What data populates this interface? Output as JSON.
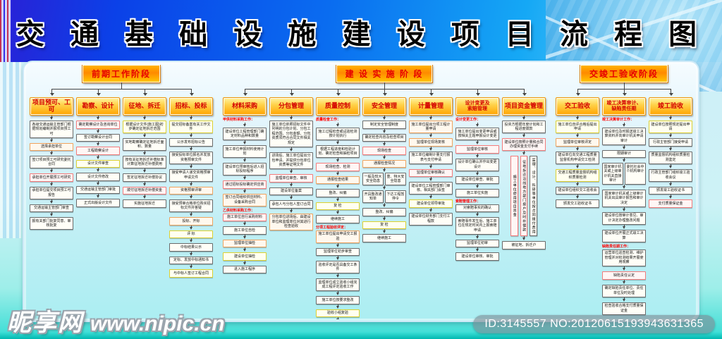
{
  "title": "交 通 基 础 设 施 建 设 项 目 流 程 图",
  "colors": {
    "banner_blue": "#0a6cf0",
    "phase_orange": "#ff9800",
    "header_gold": "#ffcf33",
    "red_text": "#d40000",
    "line": "#444444",
    "pink_border": "#f37b7b",
    "yellow_border": "#ddd030",
    "orange_border": "#f0a35e",
    "panel_blue": "#cdeff5"
  },
  "watermark": {
    "site": "昵享网",
    "url": "www.nipic.cn",
    "id_text": "ID:3145557 NO:20120615193943631365"
  },
  "phases": [
    {
      "label": "前期工作阶段",
      "columns": [
        {
          "header": "项目预可、工可",
          "steps": [
            {
              "t": "各级交通运输主管部门根据规划编制并报项目预工可"
            },
            {
              "t": "选择承担单位",
              "s": "o"
            },
            {
              "t": "签订项目预工可研究委托合同"
            },
            {
              "t": "承担单位开展预工可研究",
              "s": "p"
            },
            {
              "t": "承担单位提交项目预工可报告"
            },
            {
              "t": "交通运输主管部门审查"
            },
            {
              "t": "报有关部门批复同意、审核批复"
            }
          ]
        },
        {
          "header": "勘察、设计",
          "steps": [
            {
              "t": "确定勘察设计及咨询单位",
              "s": "p"
            },
            {
              "t": "签订勘察设计合同"
            },
            {
              "t": "工程勘察设计",
              "s": "p"
            },
            {
              "t": "设计文件审查",
              "s": "y"
            },
            {
              "t": "设计文件修改"
            },
            {
              "t": "交通运输主管部门审批"
            },
            {
              "t": "正式出版设计文件"
            }
          ]
        },
        {
          "header": "征地、拆迁",
          "steps": [
            {
              "t": "根据设计文件(施工图)初步确定征地拆迁范围",
              "s": "y"
            },
            {
              "t": "实地勘察确定征地拆迁面积、数量"
            },
            {
              "t": "按有关征地拆迁补偿标准计算征地拆迁补偿费用"
            },
            {
              "t": "签定征地拆迁补偿协议"
            },
            {
              "t": "拨付征地拆迁补偿资金",
              "s": "p"
            },
            {
              "t": "实施征地拆迁"
            }
          ]
        },
        {
          "header": "招标、投标",
          "steps": [
            {
              "t": "提交招标备案有关工作文件",
              "s": "y"
            },
            {
              "t": "公示发布招标公告"
            },
            {
              "t": "接受投标单位报名并发放资格预审文件"
            },
            {
              "t": "接受申请人递交资格预审申请文件"
            },
            {
              "t": "资格预审评审",
              "s": "o"
            },
            {
              "t": "接受预审合格单位购买招标文件并答疑"
            },
            {
              "t": "投标、开标",
              "s": "o"
            },
            {
              "t": "评  标",
              "s": "y"
            },
            {
              "t": "中标结果公示"
            },
            {
              "t": "定标、发放中标通知书"
            },
            {
              "t": "与中标人签订工程合同",
              "s": "y"
            }
          ]
        }
      ]
    },
    {
      "label": "建 设 实 施 阶 段",
      "columns": [
        {
          "header": "材料采购",
          "steps": [
            {
              "lbl": "甲供材料采购工作："
            },
            {
              "t": "建设单位工程管理部门确定材料品种和数量"
            },
            {
              "t": "施工单位申报材料使用计划"
            },
            {
              "t": "建设单位预审核后进入招标投标程序"
            },
            {
              "t": "通过招标投标确定供应商",
              "s": "p"
            },
            {
              "t": "签订合同组织供应材料、设备采购合同",
              "s": "o"
            },
            {
              "lbl": "乙供材料采购工作："
            },
            {
              "t": "施工单位自行采购材料",
              "s": "p"
            },
            {
              "t": "施工单位自检"
            },
            {
              "t": "监理单位抽检",
              "s": "o"
            },
            {
              "t": "建设单位抽检",
              "s": "y"
            },
            {
              "t": "进入施工程序"
            }
          ]
        },
        {
          "header": "分包管理",
          "steps": [
            {
              "t": "施工单位依照招标文件中列明的分包计划、分包工程范围、分包金额、分包资质须符合合同文件相关规定"
            },
            {
              "t": "进场后、施工单位提出分包申请、并提供分包单位资质等证明文件"
            },
            {
              "t": "监理单位审查、审核",
              "s": "p"
            },
            {
              "t": "建设单位备案"
            },
            {
              "t": "承包人与分包人签订合同"
            },
            {
              "t": "分包单位进场后、由建设单位和监理单位对其进行检查验收",
              "s": "o"
            }
          ]
        },
        {
          "header": "质量控制",
          "steps": [
            {
              "lbl": "质量检查工作："
            },
            {
              "t": "施工过程检查或试验检测按计划执行"
            },
            {
              "t": "根据工程进度和检验计划、确定检查和抽检项目"
            },
            {
              "t": "现场检查、检测",
              "s": "p"
            },
            {
              "t": "通报检查结果",
              "s": "o"
            },
            {
              "t": "整改、纠偏"
            },
            {
              "t": "复  检",
              "s": "y"
            },
            {
              "t": "继续施工"
            },
            {
              "lbl": "分项工程验收评定："
            },
            {
              "t": "施工单位提出申请交工报验",
              "s": "o"
            },
            {
              "t": "监理单位初步审查"
            },
            {
              "t": "验收评定是否具备交工条件"
            },
            {
              "t": "监理单位成立验收小组完成工程评定验收工作"
            },
            {
              "t": "施工单位按要求整改"
            },
            {
              "t": "验收小组复验",
              "s": "y"
            },
            {
              "t": "监理单位签发中间交工证书"
            }
          ]
        },
        {
          "header": "安全管理",
          "steps": [
            {
              "t": "制定安全管理制度"
            },
            {
              "t": "确定检查内容及检查项目"
            },
            {
              "t": "现场检查",
              "s": "p"
            },
            {
              "t": "通报检查情况",
              "s": "o"
            },
            {
              "br": [
                {
                  "t": "一般及较大安全隐患"
                },
                {
                  "t": "重、特大安全隐患"
                }
              ]
            },
            {
              "br": [
                {
                  "t": "开具整改通知单"
                },
                {
                  "t": "下达工程暂停令"
                }
              ]
            },
            {
              "t": "整改、纠偏"
            },
            {
              "t": "复  检",
              "s": "y"
            },
            {
              "t": "继续施工"
            }
          ]
        },
        {
          "header": "计量管理",
          "steps": [
            {
              "t": "施工单位提出分项工程计量申请",
              "s": "o"
            },
            {
              "t": "监理单位现场复核",
              "s": "o"
            },
            {
              "t": "施工单位编制计量支付报表与支付申请"
            },
            {
              "t": "监理单位审核确认",
              "s": "p"
            },
            {
              "t": "建设单位工程管理部门审核、相关部门会签"
            },
            {
              "t": "建设单位领导审批",
              "s": "y"
            },
            {
              "t": "建设单位财务部门支付工程款"
            }
          ]
        },
        {
          "header": "设计变更及",
          "header2": "索赔管理",
          "steps": [
            {
              "lbl": "设计变更工作："
            },
            {
              "t": "施工单位提出变更申请或按相关主题申报设计变更"
            },
            {
              "t": "监理单位审核",
              "s": "p"
            },
            {
              "t": "设计单位确认并作出变更设计"
            },
            {
              "t": "建设单位审查、审批"
            },
            {
              "t": "施工单位实施"
            },
            {
              "lbl": "索赔管理工作："
            },
            {
              "t": "对索赔事实的确认"
            },
            {
              "t": "索赔事件发生后、施工单位在规定时间内上报索赔申请"
            },
            {
              "t": "监理单位初审"
            },
            {
              "t": "建设单位审核、审批"
            }
          ]
        },
        {
          "header": "项目资金管理",
          "steps": [
            {
              "t": "投资方根据年度计划和工程进度拨款"
            },
            {
              "t": "建设单位按照计量和合同办理资金支付手续",
              "s": "p"
            },
            {
              "vbr": [
                {
                  "t": "施工单位使用项目资金",
                  "s": "p"
                },
                {
                  "t": "征地拆迁沿线地方部门按户及时补偿款",
                  "s": "p"
                },
                {
                  "t": "监理、设计、科研等单位按合同拨付费用"
                }
              ]
            },
            {
              "t": "被征地、拆迁户"
            }
          ]
        }
      ]
    },
    {
      "label": "交竣工验收阶段",
      "columns": [
        {
          "header": "交工验收",
          "steps": [
            {
              "t": "施工单位自评合格后提出申请",
              "s": "y"
            },
            {
              "t": "监理单位审核评定",
              "s": "o"
            },
            {
              "t": "建设单位向交通工程质量监督机构申请交工检测"
            },
            {
              "t": "交通工程质量监督机构组织质量检测",
              "s": "y"
            },
            {
              "t": "建设单位组织交工验收会"
            },
            {
              "t": "颁发交工验收证书"
            }
          ]
        },
        {
          "header": "竣工决算审计、",
          "header2": "缺陷责任期",
          "steps": [
            {
              "lbl": "竣工决算审计工作："
            },
            {
              "t": "建设单位及时报送竣工决算资料并向审计机关申请审计"
            },
            {
              "t": "限期审计"
            },
            {
              "br": [
                {
                  "t": "国家审计机关或上级审计机关直接审计"
                },
                {
                  "t": "委托社会中介机构审计"
                }
              ]
            },
            {
              "t": "国家审计机关或上级审计机关出具审计报告和审计决定"
            },
            {
              "t": "建设单位按审计意见、审计决定办理整改问题"
            },
            {
              "t": "建设单位开展正式竣工决算"
            },
            {
              "lbl": "缺陷责任期工作："
            },
            {
              "t": "运营单位巡查检测、维护管理并对检测结果开展使用观察"
            },
            {
              "t": "缺陷责任认定",
              "s": "p"
            },
            {
              "t": "确定缺陷责任单位、责任单位及时处理"
            },
            {
              "t": "检查验收合格支付质量保证金"
            }
          ]
        },
        {
          "header": "竣工验收",
          "steps": [
            {
              "t": "建设单位按照规定提出申请",
              "s": "y"
            },
            {
              "t": "行政主管部门接受申请"
            },
            {
              "t": "质量监督机构组织质量检测鉴定"
            },
            {
              "t": "行政主管部门组织竣工验收会议"
            },
            {
              "t": "颁发竣工验收证书"
            },
            {
              "t": "支付质量保证金",
              "s": "p"
            }
          ]
        }
      ]
    }
  ]
}
